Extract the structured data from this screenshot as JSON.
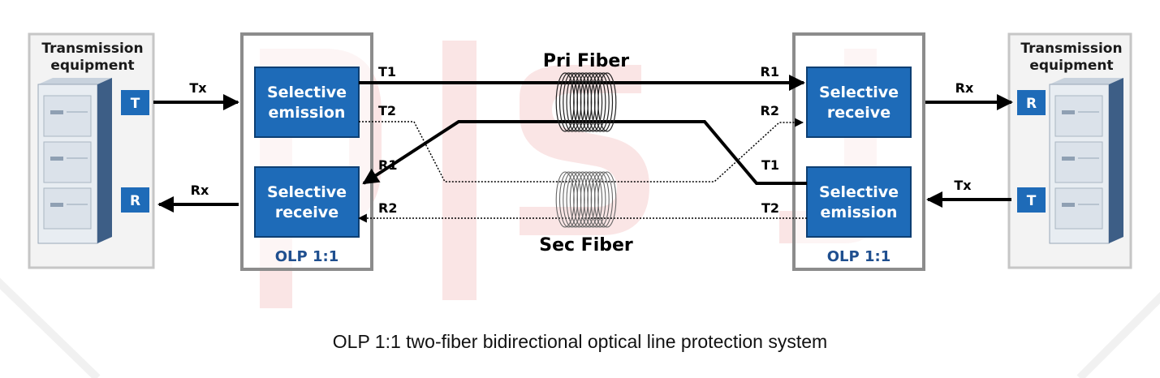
{
  "left_equipment": {
    "title_line1": "Transmission",
    "title_line2": "equipment",
    "port_top": "T",
    "port_bottom": "R"
  },
  "right_equipment": {
    "title_line1": "Transmission",
    "title_line2": "equipment",
    "port_top": "R",
    "port_bottom": "T"
  },
  "left_olp": {
    "top_box_line1": "Selective",
    "top_box_line2": "emission",
    "bottom_box_line1": "Selective",
    "bottom_box_line2": "receive",
    "footer": "OLP 1:1"
  },
  "right_olp": {
    "top_box_line1": "Selective",
    "top_box_line2": "receive",
    "bottom_box_line1": "Selective",
    "bottom_box_line2": "emission",
    "footer": "OLP 1:1"
  },
  "links": {
    "left_tx": "Tx",
    "left_rx": "Rx",
    "right_rx": "Rx",
    "right_tx": "Tx",
    "left_t1": "T1",
    "left_t2": "T2",
    "left_r1": "R1",
    "left_r2": "R2",
    "right_r1": "R1",
    "right_r2": "R2",
    "right_t1": "T1",
    "right_t2": "T2"
  },
  "fibers": {
    "primary": "Pri Fiber",
    "secondary": "Sec Fiber"
  },
  "caption": "OLP 1:1 two-fiber bidirectional optical line protection system",
  "colors": {
    "module_blue": "#1e6bb8",
    "module_border": "#0d3f73",
    "frame_gray": "#8c8c8c",
    "rack_light": "#e8edf2",
    "rack_dark": "#3d5e86",
    "watermark": "#f7dada"
  }
}
